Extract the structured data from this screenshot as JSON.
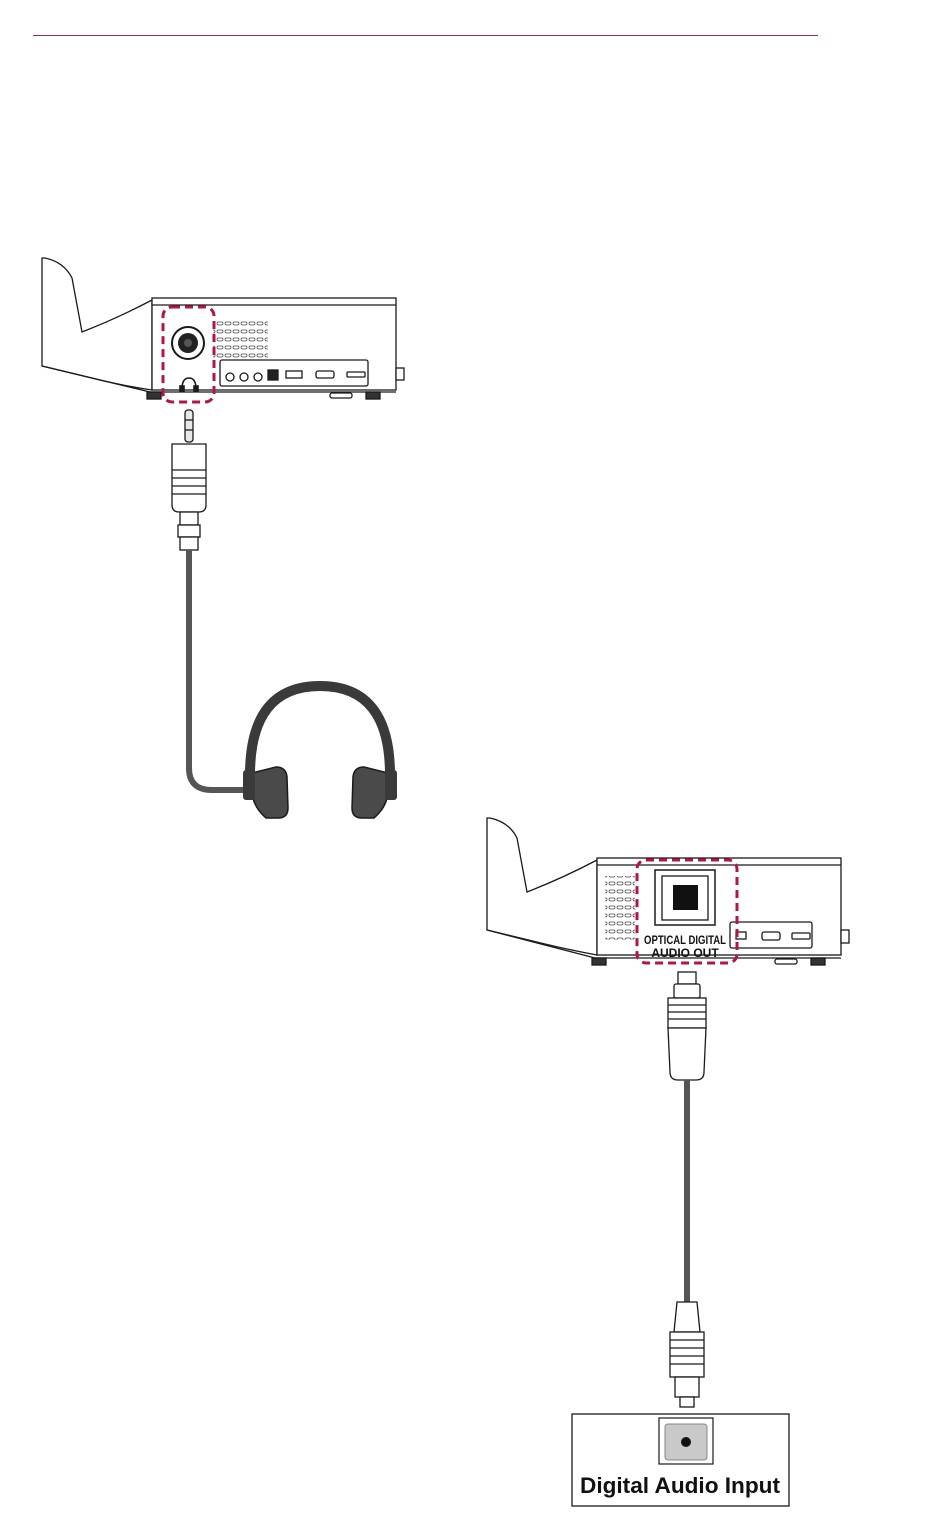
{
  "header": {
    "rule_color": "#a5264e"
  },
  "colors": {
    "highlight": "#b5144a",
    "cable": "#555555",
    "headphone_band": "#3a3a3a",
    "outline": "#1a1a1a",
    "device_fill": "#ffffff"
  },
  "icons": {
    "headphone_port": "headphone-icon",
    "headphones": "headphones-icon",
    "optical_port": "optical-port-icon"
  },
  "optical_callout": {
    "line1": "OPTICAL DIGITAL",
    "line2": "AUDIO OUT"
  },
  "digital_input": {
    "label": "Digital Audio Input"
  }
}
